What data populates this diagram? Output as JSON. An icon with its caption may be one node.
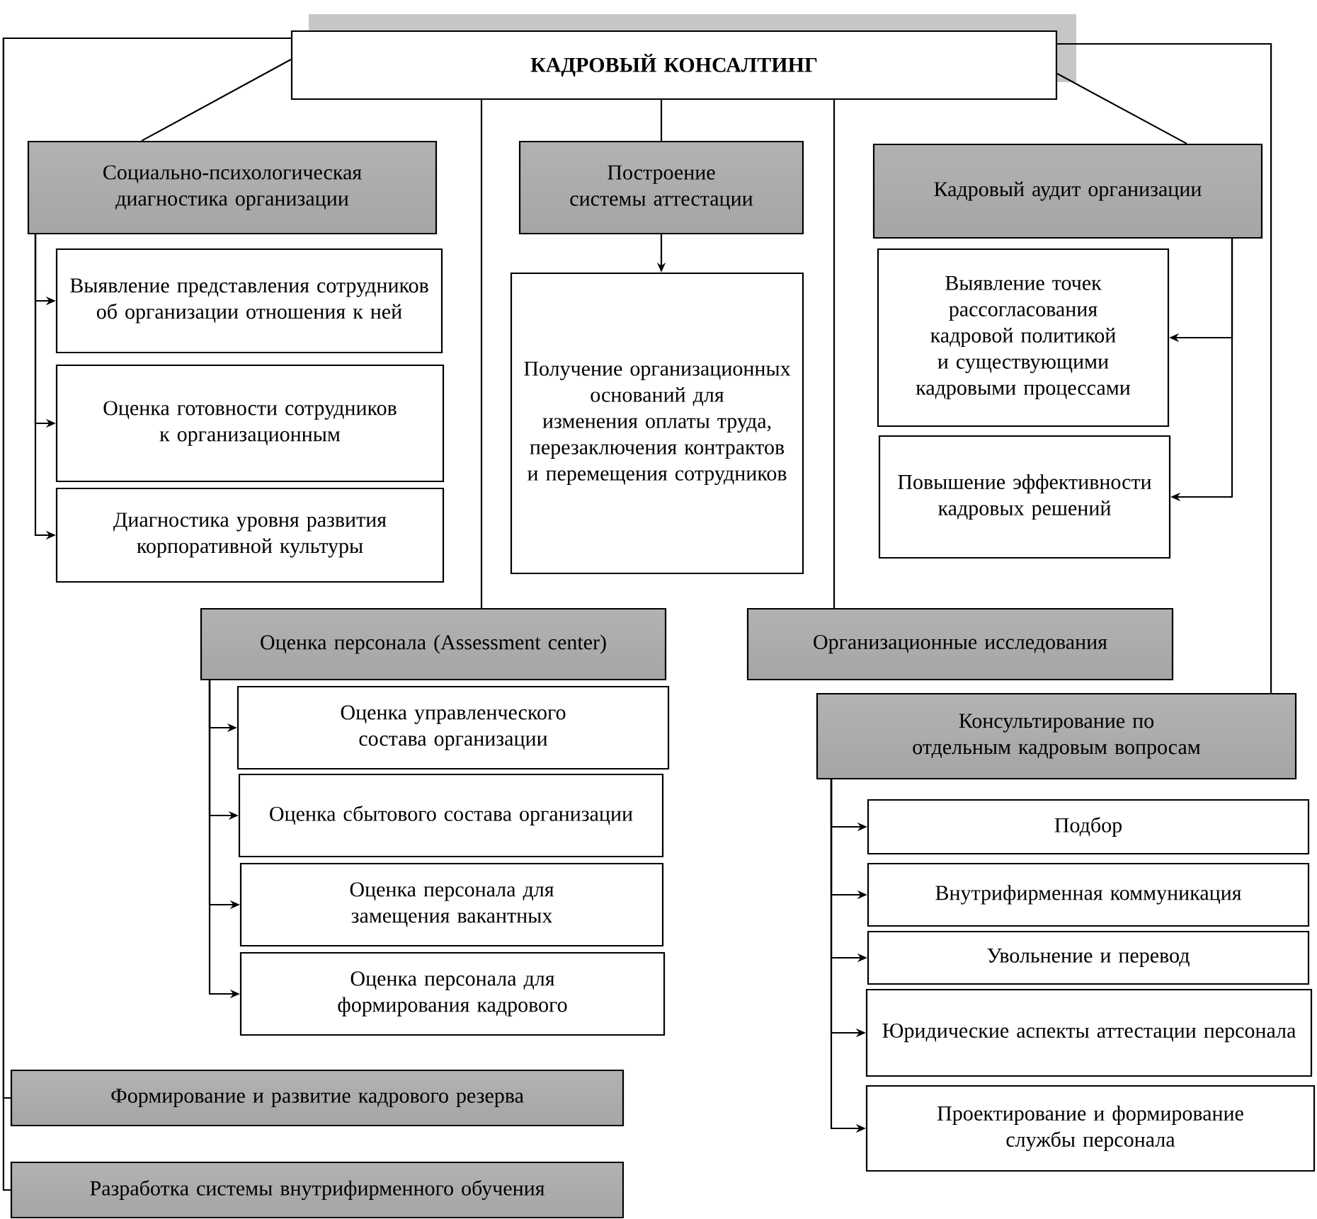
{
  "diagram": {
    "nodes": [
      {
        "text": [
          "КАДРОВЫЙ КОНСАЛТИНГ"
        ]
      },
      {
        "text": [
          "Социально-психологическая диагностика организации"
        ]
      },
      {
        "text": [
          "Построение системы аттестации"
        ]
      },
      {
        "text": [
          "Кадровый аудит организации"
        ]
      },
      {
        "text": [
          "Выявление представления сотрудников об организации отношения к ней"
        ]
      },
      {
        "text": [
          "Оценка готовности сотрудников к организационным"
        ]
      },
      {
        "text": [
          "Диагностика уровня развития корпоративной культуры"
        ]
      },
      {
        "text": [
          "Получение организационных оснований для изменения оплаты труда, перезаключения контрактов и перемещения сотрудников"
        ]
      },
      {
        "text": [
          "Выявление точек рассогласования кадровой политикой и существующими кадровыми процессами"
        ]
      },
      {
        "text": [
          "Повышение эффективности кадровых решений"
        ]
      },
      {
        "text": [
          "Оценка персонала (Assessment center)"
        ]
      },
      {
        "text": [
          "Организационные исследования"
        ]
      },
      {
        "text": [
          "Консультирование по отдельным кадровым вопросам"
        ]
      },
      {
        "text": [
          "Оценка управленческого состава организации"
        ]
      },
      {
        "text": [
          "Оценка сбытового состава организации"
        ]
      },
      {
        "text": [
          "Оценка персонала для замещения вакантных"
        ]
      },
      {
        "text": [
          "Оценка персонала для формирования кадрового"
        ]
      },
      {
        "text": [
          "Подбор"
        ]
      },
      {
        "text": [
          "Внутрифирменная коммуникация"
        ]
      },
      {
        "text": [
          "Увольнение и перевод"
        ]
      },
      {
        "text": [
          "Юридические аспекты аттестации персонала"
        ]
      },
      {
        "text": [
          "Проектирование и формирование службы персонала"
        ]
      },
      {
        "text": [
          "Формирование и развитие кадрового резерва"
        ]
      },
      {
        "text": [
          "Разработка системы внутрифирменного обучения"
        ]
      }
    ],
    "edges": [
      {
        "from": 0,
        "to": 1,
        "arrow": "none"
      },
      {
        "from": 0,
        "to": 2,
        "arrow": "none"
      },
      {
        "from": 0,
        "to": 3,
        "arrow": "none"
      },
      {
        "from": 0,
        "to": 10,
        "arrow": "none"
      },
      {
        "from": 0,
        "to": 11,
        "arrow": "none"
      },
      {
        "from": 0,
        "to": 22,
        "arrow": "none"
      },
      {
        "from": 0,
        "to": 23,
        "arrow": "none"
      },
      {
        "from": 0,
        "to": 12,
        "arrow": "none"
      },
      {
        "from": 1,
        "to": 4,
        "arrow": "to"
      },
      {
        "from": 1,
        "to": 5,
        "arrow": "to"
      },
      {
        "from": 1,
        "to": 6,
        "arrow": "to"
      },
      {
        "from": 2,
        "to": 7,
        "arrow": "to"
      },
      {
        "from": 3,
        "to": 8,
        "arrow": "to"
      },
      {
        "from": 3,
        "to": 9,
        "arrow": "to"
      },
      {
        "from": 10,
        "to": 13,
        "arrow": "to"
      },
      {
        "from": 10,
        "to": 14,
        "arrow": "to"
      },
      {
        "from": 10,
        "to": 15,
        "arrow": "to"
      },
      {
        "from": 10,
        "to": 16,
        "arrow": "to"
      },
      {
        "from": 12,
        "to": 17,
        "arrow": "to"
      },
      {
        "from": 12,
        "to": 18,
        "arrow": "to"
      },
      {
        "from": 12,
        "to": 19,
        "arrow": "to"
      },
      {
        "from": 12,
        "to": 20,
        "arrow": "to"
      },
      {
        "from": 12,
        "to": 21,
        "arrow": "to"
      }
    ]
  }
}
